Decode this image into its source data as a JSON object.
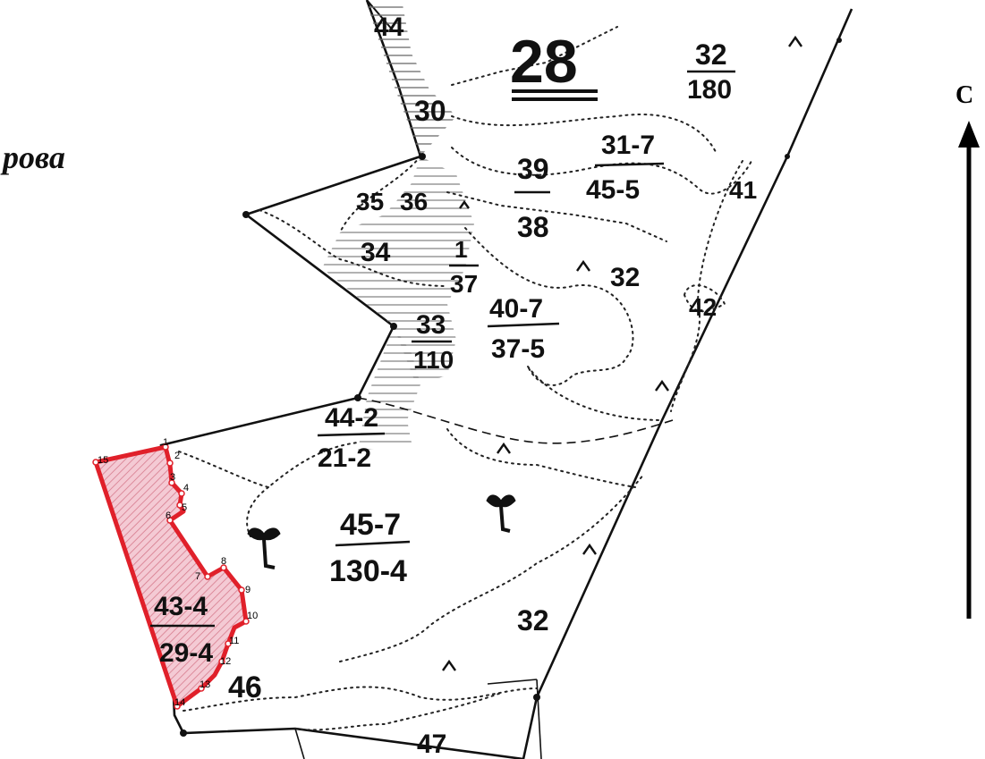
{
  "place_name": "рова",
  "sheet_number": "28",
  "compass": {
    "letter": "С"
  },
  "compartments": [
    {
      "id": "q44",
      "top": "44",
      "bottom": ""
    },
    {
      "id": "q32a",
      "top": "32",
      "bottom": "180"
    },
    {
      "id": "q30",
      "top": "30",
      "bottom": ""
    },
    {
      "id": "q39",
      "top": "39",
      "bottom": "38"
    },
    {
      "id": "q31",
      "top": "31-7",
      "bottom": "45-5"
    },
    {
      "id": "q35",
      "top": "35",
      "bottom": ""
    },
    {
      "id": "q36",
      "top": "36",
      "bottom": ""
    },
    {
      "id": "q41",
      "top": "41",
      "bottom": ""
    },
    {
      "id": "q34",
      "top": "34",
      "bottom": ""
    },
    {
      "id": "q37",
      "top": "1",
      "bottom": "37"
    },
    {
      "id": "q32b",
      "top": "32",
      "bottom": ""
    },
    {
      "id": "q42",
      "top": "42",
      "bottom": ""
    },
    {
      "id": "q33",
      "top": "33",
      "bottom": "110"
    },
    {
      "id": "q40",
      "top": "40-7",
      "bottom": "37-5"
    },
    {
      "id": "q44b",
      "top": "44-2",
      "bottom": "21-2"
    },
    {
      "id": "q45",
      "top": "45-7",
      "bottom": "130-4"
    },
    {
      "id": "q43",
      "top": "43-4",
      "bottom": "29-4"
    },
    {
      "id": "q32c",
      "top": "32",
      "bottom": ""
    },
    {
      "id": "q46",
      "top": "46",
      "bottom": ""
    },
    {
      "id": "q47",
      "top": "47",
      "bottom": ""
    }
  ],
  "parcel_points": [
    "1",
    "2",
    "3",
    "4",
    "5",
    "6",
    "7",
    "8",
    "9",
    "10",
    "11",
    "12",
    "13",
    "14",
    "15"
  ],
  "colors": {
    "parcel_outline": "#e0202a",
    "parcel_fill": "#f4c9d3",
    "ink": "#111111"
  }
}
